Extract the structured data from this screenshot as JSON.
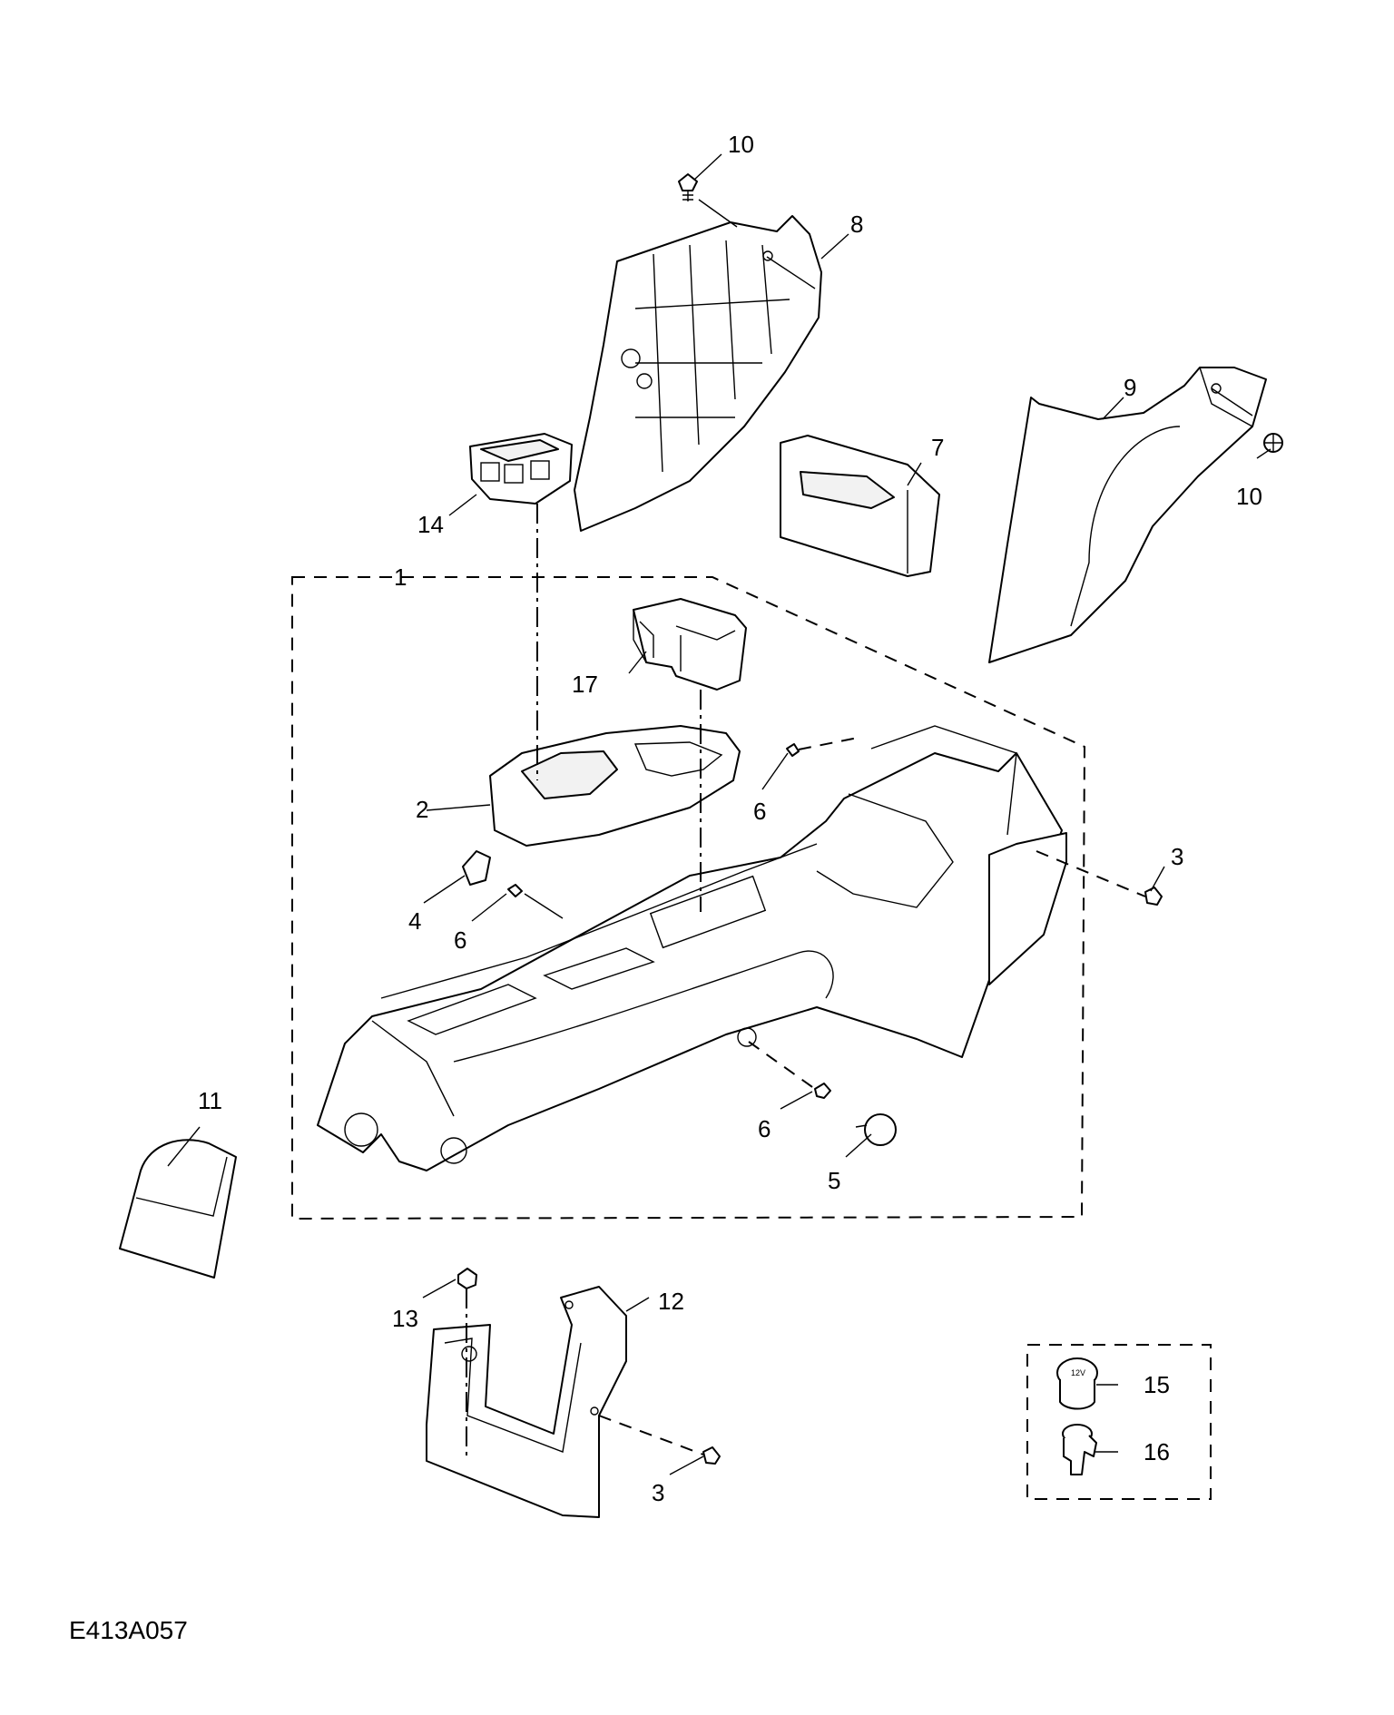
{
  "diagram": {
    "reference_code": "E413A057",
    "callouts": [
      {
        "id": "c10a",
        "label": "10"
      },
      {
        "id": "c8",
        "label": "8"
      },
      {
        "id": "c9",
        "label": "9"
      },
      {
        "id": "c10b",
        "label": "10"
      },
      {
        "id": "c7",
        "label": "7"
      },
      {
        "id": "c14",
        "label": "14"
      },
      {
        "id": "c1",
        "label": "1"
      },
      {
        "id": "c17",
        "label": "17"
      },
      {
        "id": "c2",
        "label": "2"
      },
      {
        "id": "c6a",
        "label": "6"
      },
      {
        "id": "c3a",
        "label": "3"
      },
      {
        "id": "c4",
        "label": "4"
      },
      {
        "id": "c6b",
        "label": "6"
      },
      {
        "id": "c11",
        "label": "11"
      },
      {
        "id": "c6c",
        "label": "6"
      },
      {
        "id": "c5",
        "label": "5"
      },
      {
        "id": "c13",
        "label": "13"
      },
      {
        "id": "c12",
        "label": "12"
      },
      {
        "id": "c3b",
        "label": "3"
      },
      {
        "id": "c15",
        "label": "15"
      },
      {
        "id": "c16",
        "label": "16"
      }
    ]
  }
}
